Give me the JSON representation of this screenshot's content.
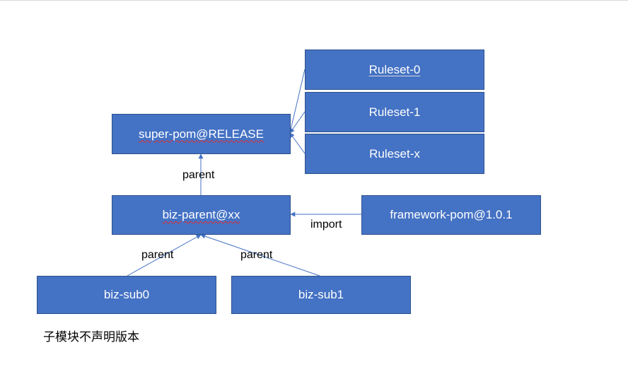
{
  "colors": {
    "box_fill": "#4472c4",
    "box_border": "#2f528f",
    "line": "#4472c4"
  },
  "nodes": {
    "ruleset_0": "Ruleset-0",
    "ruleset_1": "Ruleset-1",
    "ruleset_x": "Ruleset-x",
    "super_pom": "super-pom@RELEASE",
    "biz_parent": "biz-parent@xx",
    "framework_pom": "framework-pom@1.0.1",
    "biz_sub0": "biz-sub0",
    "biz_sub1": "biz-sub1"
  },
  "edges": {
    "parent_label": "parent",
    "import_label": "import"
  },
  "note": "子模块不声明版本"
}
